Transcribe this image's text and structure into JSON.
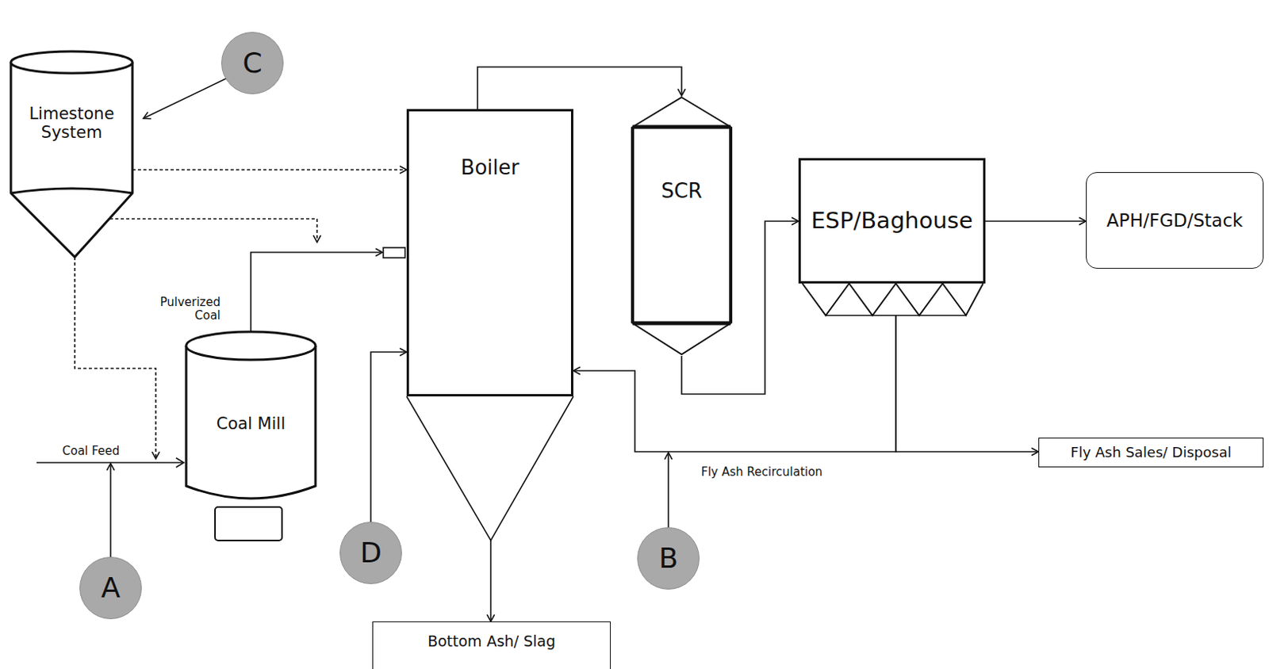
{
  "diagram": {
    "nodes": [
      {
        "text": [
          "C"
        ]
      },
      {
        "text": [
          "Limestone System"
        ]
      },
      {
        "text": [
          "Boiler"
        ]
      },
      {
        "text": [
          "SCR"
        ]
      },
      {
        "text": [
          "ESP/Baghouse"
        ]
      },
      {
        "text": [
          "APH/FGD/Stack"
        ]
      },
      {
        "text": [
          "Coal Mill"
        ]
      },
      {
        "text": [
          "Fly Ash Sales/ Disposal"
        ]
      },
      {
        "text": [
          "A"
        ]
      },
      {
        "text": [
          "D"
        ]
      },
      {
        "text": [
          "B"
        ]
      },
      {
        "text": [
          "Bottom Ash/ Slag"
        ]
      }
    ],
    "edges": [
      {
        "from": 0,
        "to": 1,
        "arrow": "to"
      },
      {
        "from": 1,
        "to": 2,
        "arrow": "to"
      },
      {
        "from": 1,
        "to": 2,
        "arrow": "to"
      },
      {
        "from": 1,
        "to": 6,
        "arrow": "to"
      },
      {
        "from": 6,
        "to": 2,
        "arrow": "to"
      },
      {
        "from": 2,
        "to": 3,
        "arrow": "to"
      },
      {
        "from": 3,
        "to": 4,
        "arrow": "to"
      },
      {
        "from": 4,
        "to": 5,
        "arrow": "to"
      },
      {
        "from": 4,
        "to": 7,
        "arrow": "to"
      },
      {
        "from": 4,
        "to": 2,
        "arrow": "to"
      },
      {
        "from": 8,
        "to": 6,
        "arrow": "to"
      },
      {
        "from": 9,
        "to": 2,
        "arrow": "to"
      },
      {
        "from": 10,
        "to": 2,
        "arrow": "to"
      },
      {
        "from": 2,
        "to": 11,
        "arrow": "to"
      }
    ],
    "labels": [
      "Coal Feed",
      "Pulverized Coal",
      "Fly Ash Recirculation"
    ]
  }
}
